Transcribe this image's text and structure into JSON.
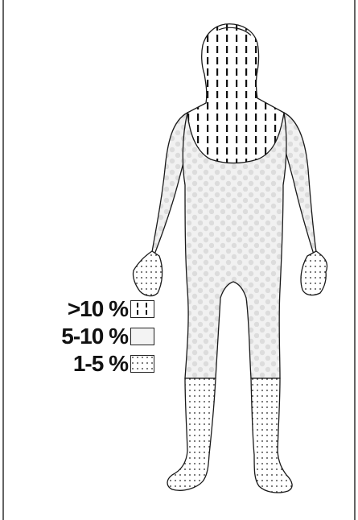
{
  "legend": {
    "items": [
      {
        "label": ">10 %",
        "pattern": "vertical-dashes"
      },
      {
        "label": "5-10 %",
        "pattern": "light-grey-dots"
      },
      {
        "label": "1-5 %",
        "pattern": "fine-dots"
      }
    ]
  },
  "colors": {
    "outline": "#1a1a1a",
    "fill_mid": "#e6e6e6",
    "dash": "#111111",
    "frame": "#222222"
  }
}
